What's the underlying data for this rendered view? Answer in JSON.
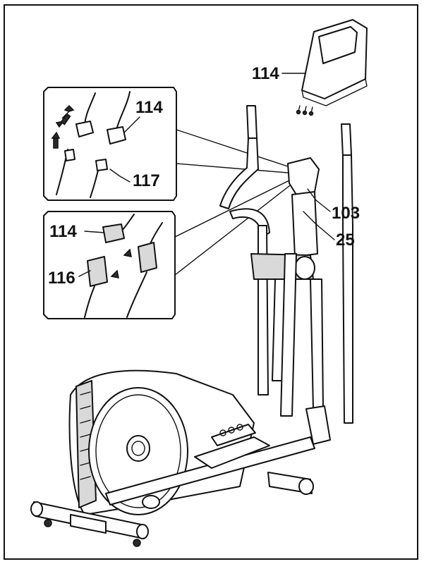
{
  "labels": {
    "console_top": "114",
    "inset_top_connector": "114",
    "inset_top_cable": "117",
    "frame_part_103": "103",
    "frame_part_25": "25",
    "inset_bottom_connector": "114",
    "inset_bottom_cable": "116"
  },
  "colors": {
    "ink": "#111111",
    "paper": "#ffffff",
    "shade": "#d9d9d9"
  }
}
